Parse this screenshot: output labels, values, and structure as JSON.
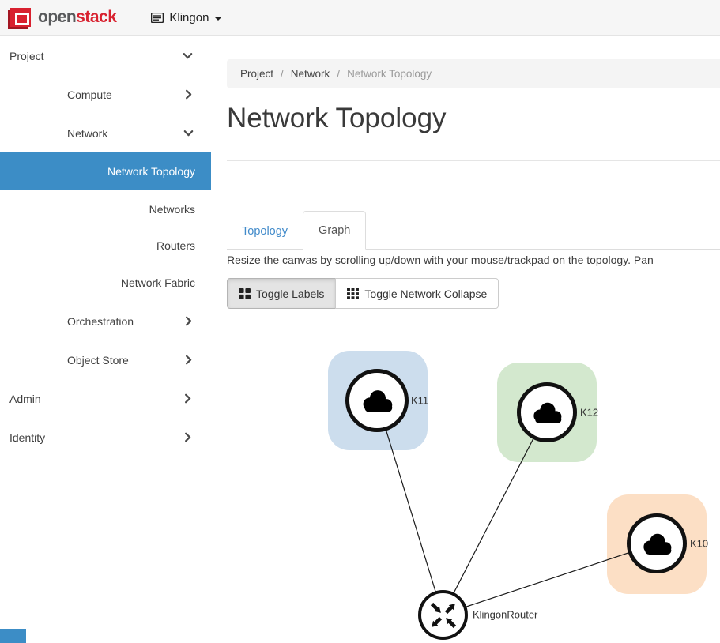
{
  "header": {
    "brand_open": "open",
    "brand_stack": "stack",
    "project_name": "Klingon"
  },
  "sidebar": {
    "items": [
      {
        "label": "Project",
        "level": 1,
        "chevron": "down"
      },
      {
        "label": "Compute",
        "level": 2,
        "chevron": "right"
      },
      {
        "label": "Network",
        "level": 2,
        "chevron": "down"
      },
      {
        "label": "Network Topology",
        "level": 3,
        "selected": true
      },
      {
        "label": "Networks",
        "level": 3
      },
      {
        "label": "Routers",
        "level": 3
      },
      {
        "label": "Network Fabric",
        "level": 3
      },
      {
        "label": "Orchestration",
        "level": 2,
        "chevron": "right"
      },
      {
        "label": "Object Store",
        "level": 2,
        "chevron": "right"
      },
      {
        "label": "Admin",
        "level": 1,
        "chevron": "right"
      },
      {
        "label": "Identity",
        "level": 1,
        "chevron": "right"
      }
    ]
  },
  "breadcrumb": {
    "items": [
      "Project",
      "Network",
      "Network Topology"
    ]
  },
  "page": {
    "title": "Network Topology"
  },
  "tabs": {
    "topology": {
      "label": "Topology",
      "active": false
    },
    "graph": {
      "label": "Graph",
      "active": true
    }
  },
  "help_text": "Resize the canvas by scrolling up/down with your mouse/trackpad on the topology. Pan",
  "toolbar": {
    "toggle_labels": "Toggle Labels",
    "toggle_network_collapse": "Toggle Network Collapse"
  },
  "topology": {
    "networks": [
      {
        "label": "K11",
        "color": "#ccdded"
      },
      {
        "label": "K12",
        "color": "#d3e8ce"
      },
      {
        "label": "K10",
        "color": "#fcdfc5"
      }
    ],
    "router": {
      "label": "KlingonRouter"
    },
    "edges": [
      [
        "K11",
        "KlingonRouter"
      ],
      [
        "K12",
        "KlingonRouter"
      ],
      [
        "K10",
        "KlingonRouter"
      ]
    ]
  },
  "colors": {
    "selected_nav": "#3c8dc6",
    "tab_link": "#428bca",
    "openstack_red": "#d8212f"
  }
}
